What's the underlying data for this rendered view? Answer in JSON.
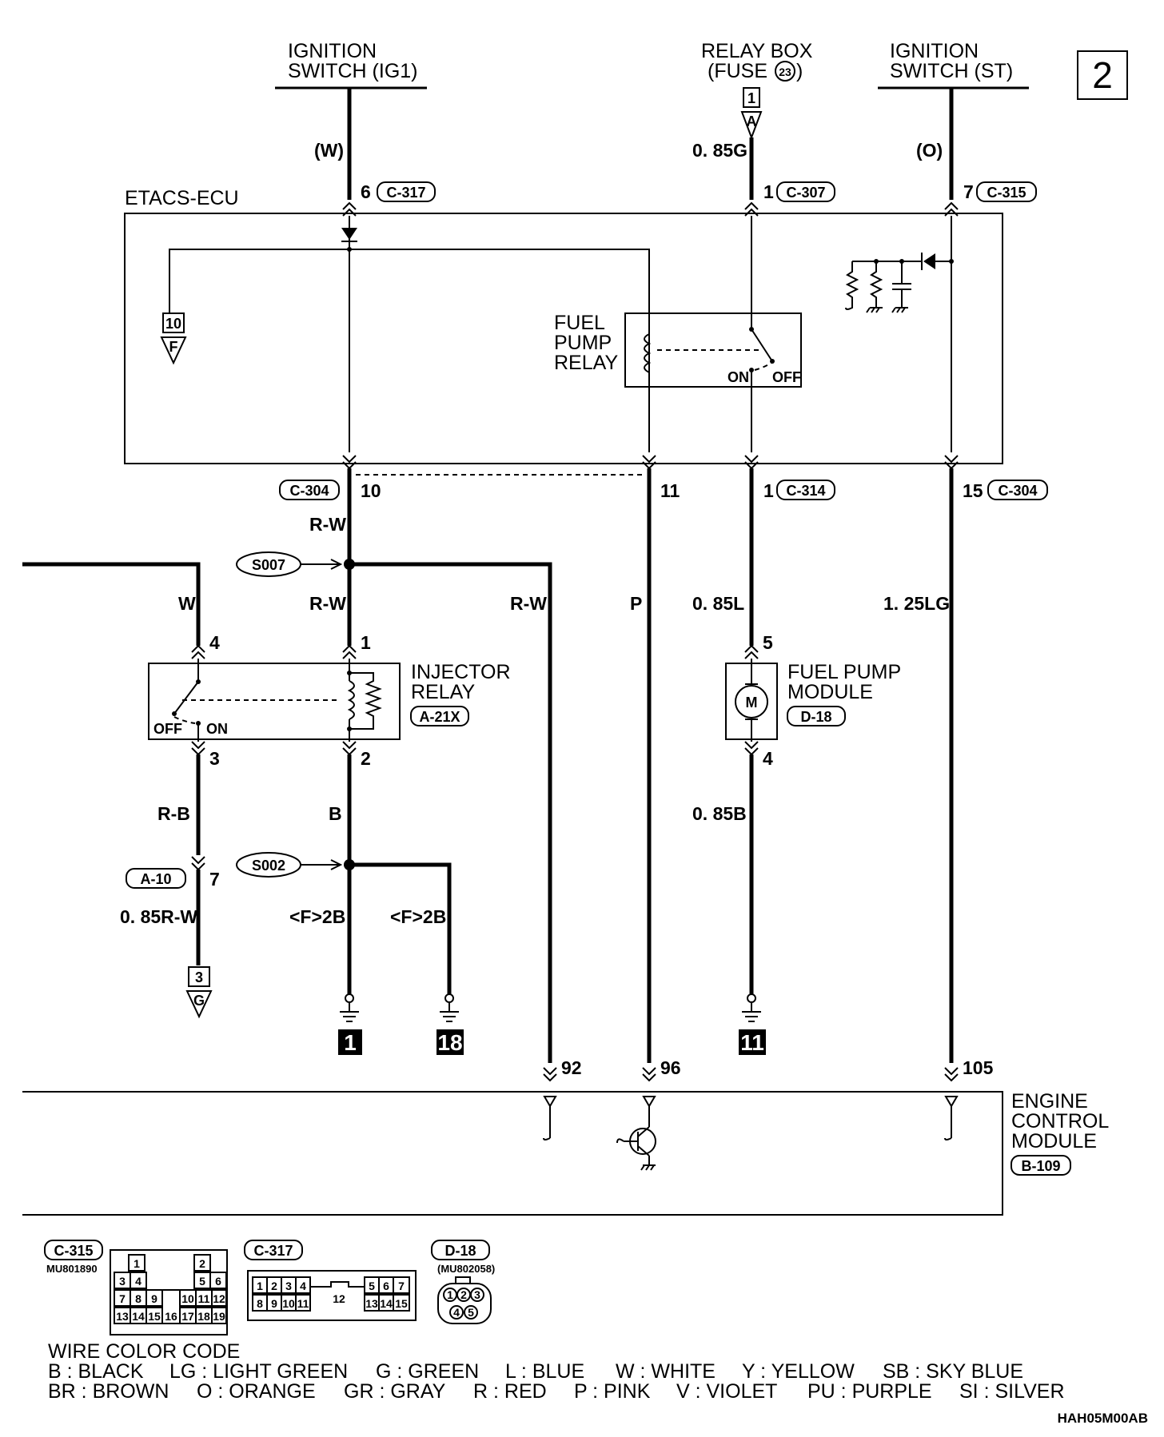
{
  "page_number": "2",
  "sources": {
    "ig1": {
      "line1": "IGNITION",
      "line2": "SWITCH (IG1)"
    },
    "relay_box": {
      "line1": "RELAY BOX",
      "line2": "(FUSE",
      "fuse": "23",
      "line2_end": ")",
      "conn_num": "1",
      "conn_letter": "A"
    },
    "st": {
      "line1": "IGNITION",
      "line2": "SWITCH (ST)"
    }
  },
  "wires_top": {
    "ig1": "(W)",
    "relay": "0. 85G",
    "st": "(O)"
  },
  "etacs": {
    "label": "ETACS-ECU",
    "pin_ig1": "6",
    "conn_ig1": "C-317",
    "pin_relay": "1",
    "conn_relay": "C-307",
    "pin_st": "7",
    "conn_st": "C-315",
    "fuel_relay": {
      "line1": "FUEL",
      "line2": "PUMP",
      "line3": "RELAY",
      "on": "ON",
      "off": "OFF"
    },
    "conn_f_num": "10",
    "conn_f_letter": "F"
  },
  "bottom_conn": {
    "left_conn": "C-304",
    "pin_10": "10",
    "pin_11": "11",
    "pin_1": "1",
    "conn_314": "C-314",
    "pin_15": "15",
    "conn_304b": "C-304"
  },
  "wires_mid": {
    "rw_top": "R-W",
    "rw_mid": "R-W",
    "rw_right": "R-W",
    "w": "W",
    "p": "P",
    "l": "0. 85L",
    "lg": "1. 25LG",
    "rb": "R-B",
    "b": "B",
    "b085": "0. 85B",
    "rw085": "0. 85R-W",
    "f2b_1": "<F>2B",
    "f2b_2": "<F>2B"
  },
  "splices": {
    "s007": "S007",
    "s002": "S002"
  },
  "injector_relay": {
    "line1": "INJECTOR",
    "line2": "RELAY",
    "conn": "A-21X",
    "pin4": "4",
    "pin1": "1",
    "pin3": "3",
    "pin2": "2",
    "off": "OFF",
    "on": "ON"
  },
  "fuel_pump_module": {
    "line1": "FUEL PUMP",
    "line2": "MODULE",
    "conn": "D-18",
    "pin5": "5",
    "pin4": "4",
    "motor": "M"
  },
  "a10": {
    "conn": "A-10",
    "pin": "7",
    "out_num": "3",
    "out_letter": "G"
  },
  "grounds": {
    "g1": "1",
    "g18": "18",
    "g11": "11"
  },
  "ecm": {
    "line1": "ENGINE",
    "line2": "CONTROL",
    "line3": "MODULE",
    "conn": "B-109",
    "pin92": "92",
    "pin96": "96",
    "pin105": "105"
  },
  "connectors": {
    "c315": {
      "label": "C-315",
      "part": "MU801890",
      "row1": [
        "1",
        "2"
      ],
      "row2": [
        "3",
        "4",
        "5",
        "6"
      ],
      "row3": [
        "7",
        "8",
        "9",
        "10",
        "11",
        "12"
      ],
      "row4": [
        "13",
        "14",
        "15",
        "16",
        "17",
        "18",
        "19"
      ]
    },
    "c317": {
      "label": "C-317",
      "row1": [
        "1",
        "2",
        "3",
        "4",
        "5",
        "6",
        "7"
      ],
      "row2": [
        "8",
        "9",
        "10",
        "11",
        "13",
        "14",
        "15"
      ],
      "center": "12"
    },
    "d18": {
      "label": "D-18",
      "part": "(MU802058)",
      "pins": [
        "1",
        "2",
        "3",
        "4",
        "5"
      ]
    }
  },
  "legend": {
    "title": "WIRE COLOR CODE",
    "row1": [
      "B : BLACK",
      "LG : LIGHT GREEN",
      "G : GREEN",
      "L : BLUE",
      "W : WHITE",
      "Y : YELLOW",
      "SB : SKY BLUE"
    ],
    "row2": [
      "BR : BROWN",
      "O : ORANGE",
      "GR : GRAY",
      "R : RED",
      "P : PINK",
      "V : VIOLET",
      "PU : PURPLE",
      "SI : SILVER"
    ]
  },
  "code": "HAH05M00AB"
}
